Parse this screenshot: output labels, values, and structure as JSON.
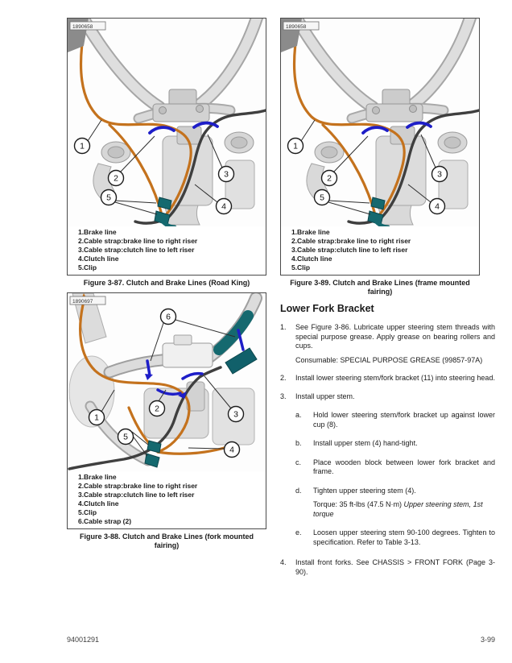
{
  "colors": {
    "brake_line": "#c4721d",
    "clutch_line": "#3f3f3f",
    "cable_strap": "#1e1ec8",
    "clip_teal": "#15696f",
    "machinery_fill": "#dcdcdc",
    "machinery_stroke": "#a3a3a3"
  },
  "figures": {
    "fig87": {
      "photo_id": "1890658",
      "caption": "Figure 3-87. Clutch and Brake Lines (Road King)",
      "callouts": [
        "1",
        "2",
        "3",
        "4",
        "5"
      ],
      "legend": [
        {
          "num": "1.",
          "label": "Brake line"
        },
        {
          "num": "2.",
          "label": "Cable strap:brake line to right riser"
        },
        {
          "num": "3.",
          "label": "Cable strap:clutch line to left riser"
        },
        {
          "num": "4.",
          "label": "Clutch line"
        },
        {
          "num": "5.",
          "label": "Clip"
        }
      ]
    },
    "fig89": {
      "photo_id": "1890658",
      "caption": "Figure 3-89. Clutch and Brake Lines (frame mounted fairing)",
      "callouts": [
        "1",
        "2",
        "3",
        "4",
        "5"
      ],
      "legend": [
        {
          "num": "1.",
          "label": "Brake line"
        },
        {
          "num": "2.",
          "label": "Cable strap:brake line to right riser"
        },
        {
          "num": "3.",
          "label": "Cable strap:clutch line to left riser"
        },
        {
          "num": "4.",
          "label": "Clutch line"
        },
        {
          "num": "5.",
          "label": "Clip"
        }
      ]
    },
    "fig88": {
      "photo_id": "1890697",
      "caption": "Figure 3-88. Clutch and Brake Lines (fork mounted fairing)",
      "callouts": [
        "1",
        "2",
        "3",
        "4",
        "5",
        "6"
      ],
      "legend": [
        {
          "num": "1.",
          "label": "Brake line"
        },
        {
          "num": "2.",
          "label": "Cable strap:brake line to right riser"
        },
        {
          "num": "3.",
          "label": "Cable strap:clutch line to left riser"
        },
        {
          "num": "4.",
          "label": "Clutch line"
        },
        {
          "num": "5.",
          "label": "Clip"
        },
        {
          "num": "6.",
          "label": "Cable strap (2)"
        }
      ]
    }
  },
  "section": {
    "title": "Lower Fork Bracket",
    "step1": {
      "num": "1.",
      "text": "See Figure 3-86. Lubricate upper steering stem threads with special purpose grease. Apply grease on bearing rollers and cups.",
      "consumable": "Consumable: SPECIAL PURPOSE GREASE (99857-97A)"
    },
    "step2": {
      "num": "2.",
      "text": "Install lower steering stem/fork bracket (11) into steering head."
    },
    "step3": {
      "num": "3.",
      "text": "Install upper stem.",
      "sub_a": {
        "num": "a.",
        "text": "Hold lower steering stem/fork bracket up against lower cup (8)."
      },
      "sub_b": {
        "num": "b.",
        "text": "Install upper stem (4) hand-tight."
      },
      "sub_c": {
        "num": "c.",
        "text": "Place wooden block between lower fork bracket and frame."
      },
      "sub_d": {
        "num": "d.",
        "text": "Tighten upper steering stem (4).",
        "torque_plain": "Torque: 35 ft-lbs (47.5 N·m) ",
        "torque_italic": "Upper steering stem, 1st torque"
      },
      "sub_e": {
        "num": "e.",
        "text": "Loosen upper steering stem 90-100 degrees. Tighten to specification. Refer to Table 3-13."
      }
    },
    "step4": {
      "num": "4.",
      "text": "Install front forks. See CHASSIS > FRONT FORK (Page 3-90)."
    }
  },
  "footer": {
    "doc_number": "94001291",
    "page_number": "3-99"
  }
}
